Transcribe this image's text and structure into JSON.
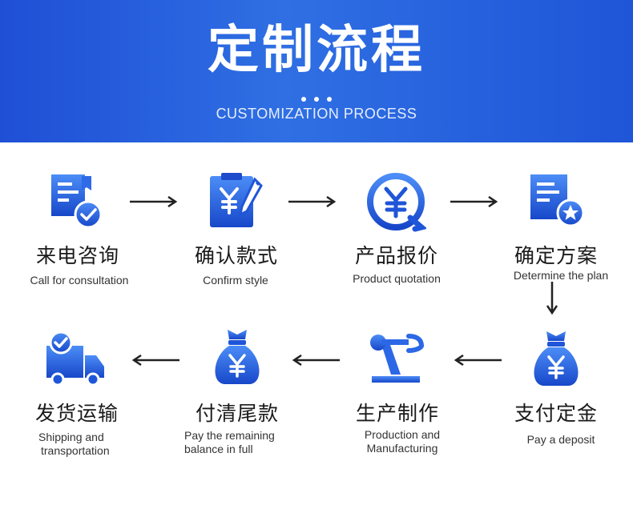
{
  "header": {
    "title": "定制流程",
    "subtitle": "CUSTOMIZATION PROCESS",
    "background_color": "#2563df"
  },
  "accent_color": "#1f63e6",
  "steps": [
    {
      "cn": "来电咨询",
      "en": "Call for consultation",
      "icon": "document-check-icon"
    },
    {
      "cn": "确认款式",
      "en": "Confirm style",
      "icon": "yuan-clipboard-pen-icon"
    },
    {
      "cn": "产品报价",
      "en": "Product quotation",
      "icon": "yuan-coin-icon"
    },
    {
      "cn": "确定方案",
      "en": "Determine the plan",
      "icon": "document-star-icon"
    },
    {
      "cn": "支付定金",
      "en": "Pay a deposit",
      "icon": "money-bag-icon"
    },
    {
      "cn": "生产制作",
      "en": "Production and Manufacturing",
      "icon": "robot-arm-icon"
    },
    {
      "cn": "付清尾款",
      "en": "Pay the remaining balance in full",
      "icon": "money-bag-icon"
    },
    {
      "cn": "发货运输",
      "en": "Shipping and transportation",
      "icon": "delivery-truck-icon"
    }
  ],
  "split_en": {
    "s5a": "Production and",
    "s5b": "Manufacturing",
    "s6a": "Pay the remaining",
    "s6b": "balance in full",
    "s7a": "Shipping and",
    "s7b": "transportation"
  }
}
